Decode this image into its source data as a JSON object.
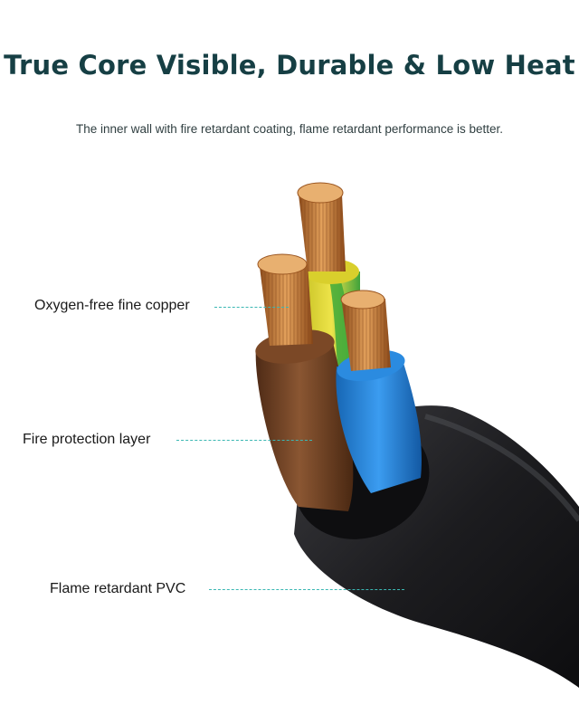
{
  "header": {
    "title": "True Core Visible, Durable & Low Heat",
    "subtitle": "The inner wall with fire retardant coating, flame retardant performance is better."
  },
  "callouts": [
    {
      "label": "Oxygen-free fine copper"
    },
    {
      "label": "Fire protection layer"
    },
    {
      "label": "Flame retardant PVC"
    }
  ],
  "colors": {
    "title": "#163f44",
    "leader": "#3bb7b3",
    "sheath": "#1b1b1d",
    "wire_brown": "#6b3d22",
    "wire_blue": "#1f7fd1",
    "wire_earth_yellow": "#e3d52a",
    "wire_earth_green": "#3da63a",
    "copper": "#c9782f"
  },
  "icons": [
    "three-core-cable-illustration"
  ]
}
